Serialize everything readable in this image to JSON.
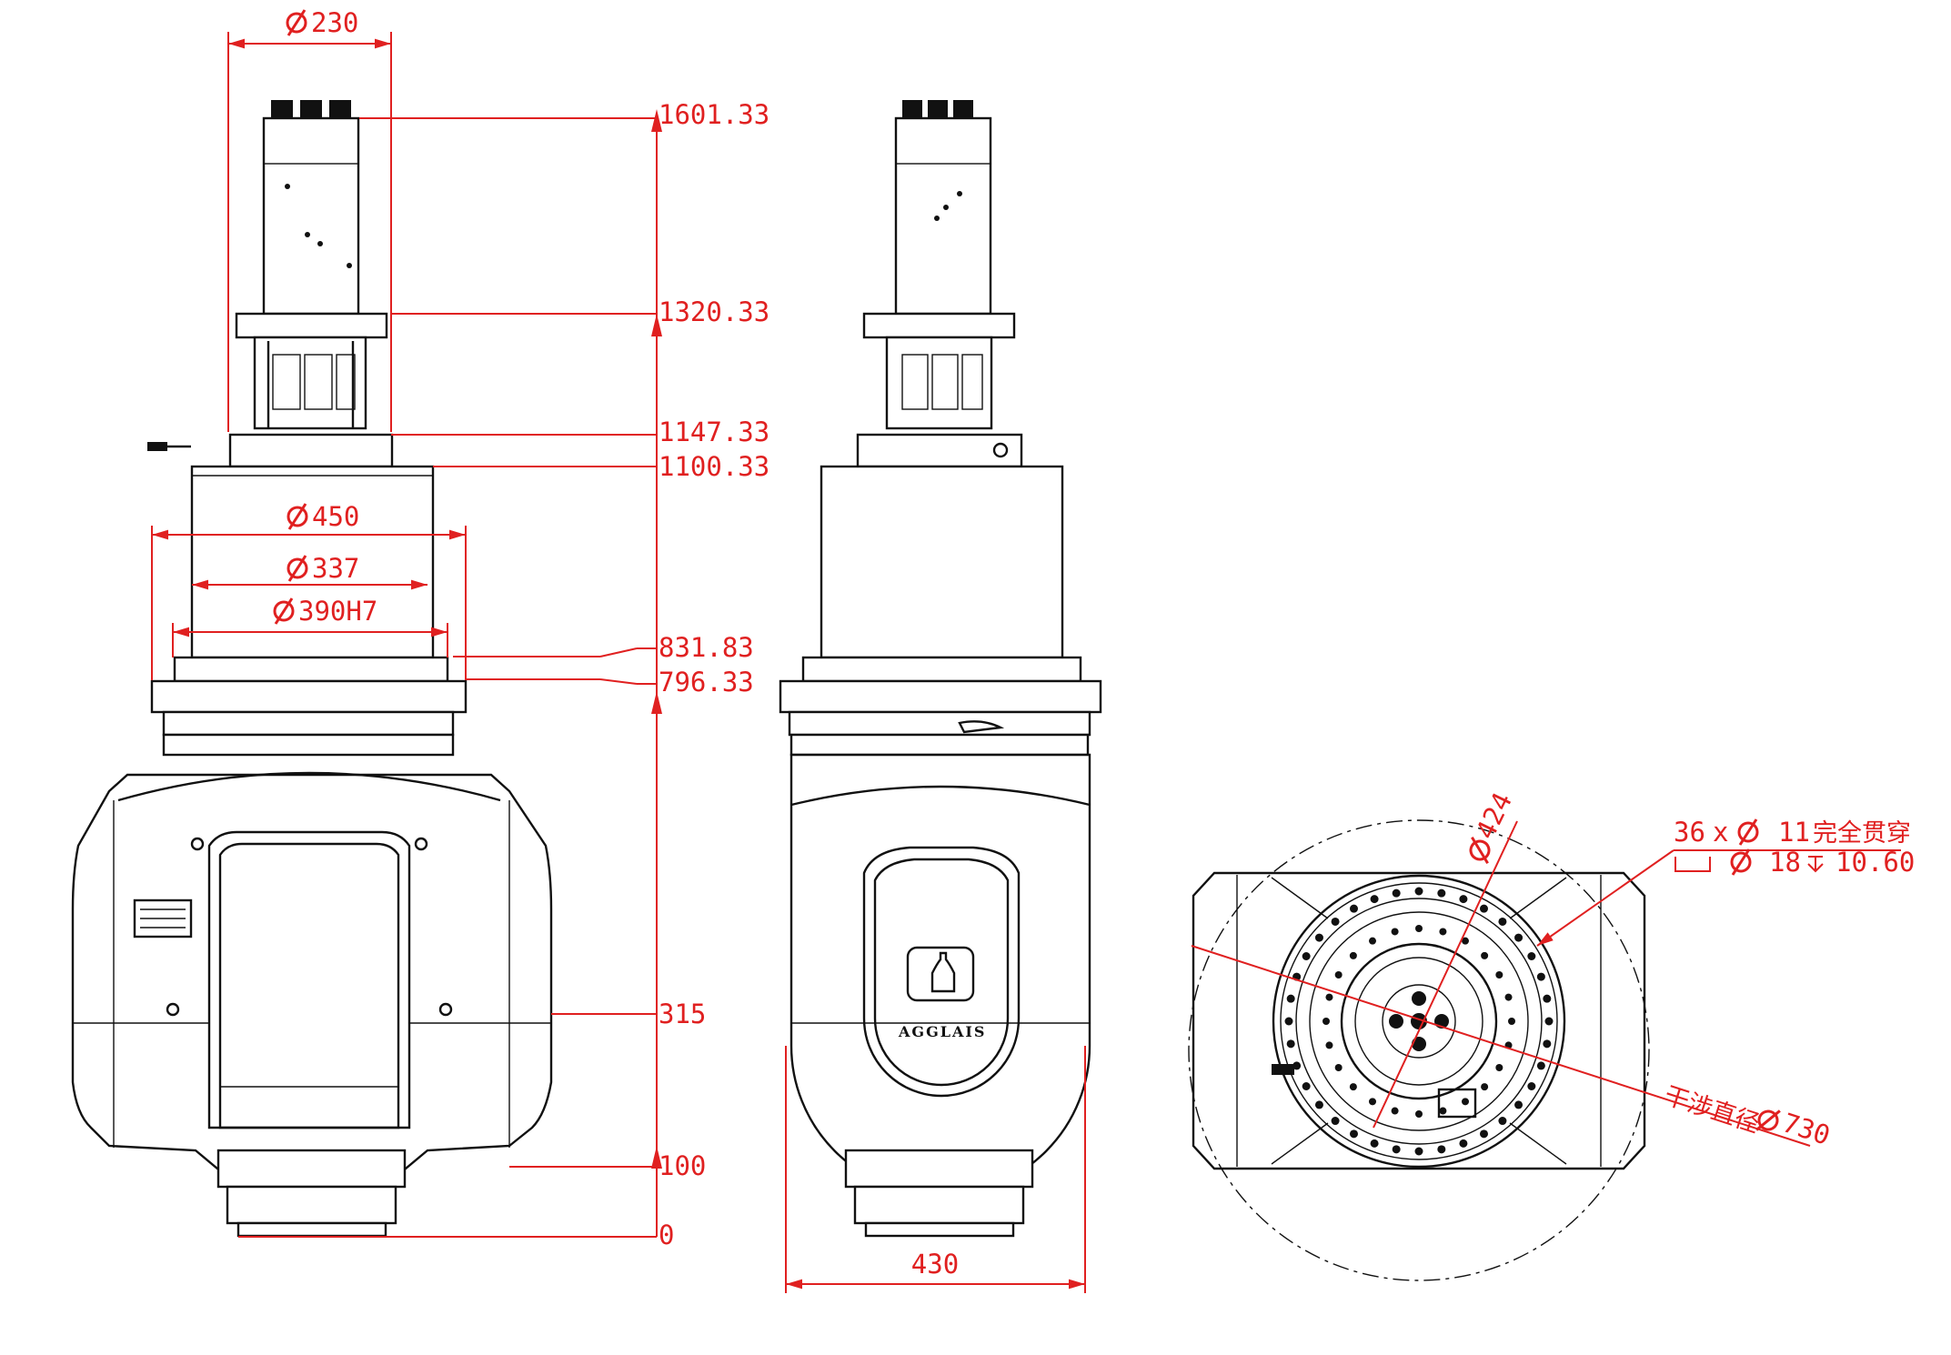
{
  "front_view": {
    "diameter_top": "230",
    "height_labels": [
      "1601.33",
      "1320.33",
      "1147.33",
      "1100.33",
      "831.83",
      "796.33",
      "315",
      "100",
      "0"
    ],
    "diameter_450": "450",
    "diameter_337": "337",
    "diameter_390": "390H7"
  },
  "side_view": {
    "width": "430",
    "logo": "AGGLAIS"
  },
  "bottom_view": {
    "diameter_424": "424",
    "holes_line1": {
      "count": "36",
      "x": "x",
      "size": "11",
      "note": "完全贯穿"
    },
    "holes_line2": {
      "size": "18",
      "depth": "10.60"
    },
    "interference_label": "干涉直径",
    "interference_value": "730"
  },
  "colors": {
    "dimension": "#e02020",
    "ink": "#111111"
  }
}
